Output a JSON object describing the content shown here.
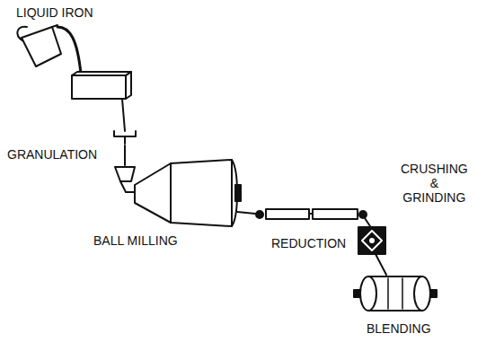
{
  "diagram": {
    "labels": [
      "LIQUID IRON",
      "GRANULATION",
      "BALL MILLING",
      "REDUCTION",
      "CRUSHING & GRINDING",
      "BLENDING"
    ]
  }
}
